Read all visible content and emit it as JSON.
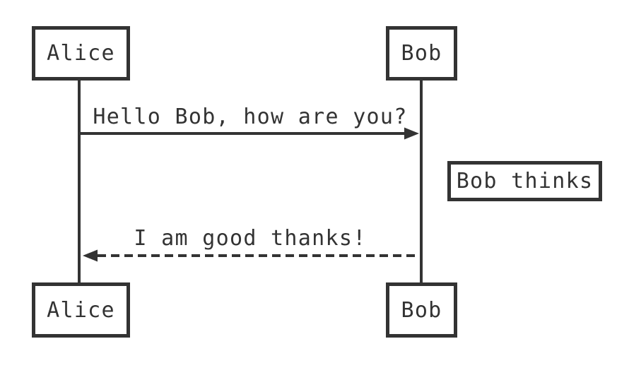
{
  "diagram": {
    "type": "sequence-diagram",
    "actors": [
      {
        "id": "alice",
        "label": "Alice"
      },
      {
        "id": "bob",
        "label": "Bob"
      }
    ],
    "messages": [
      {
        "from": "Alice",
        "to": "Bob",
        "text": "Hello Bob, how are you?",
        "line_style": "solid",
        "direction": "right"
      },
      {
        "from": "Bob",
        "to": "Alice",
        "text": "I am good thanks!",
        "line_style": "dashed",
        "direction": "left"
      }
    ],
    "notes": [
      {
        "text": "Bob thinks",
        "position": "right of Bob"
      }
    ],
    "colors": {
      "line": "#333333",
      "text": "#333333",
      "actor_fill": "#ffffff",
      "background": "#ffffff"
    }
  }
}
